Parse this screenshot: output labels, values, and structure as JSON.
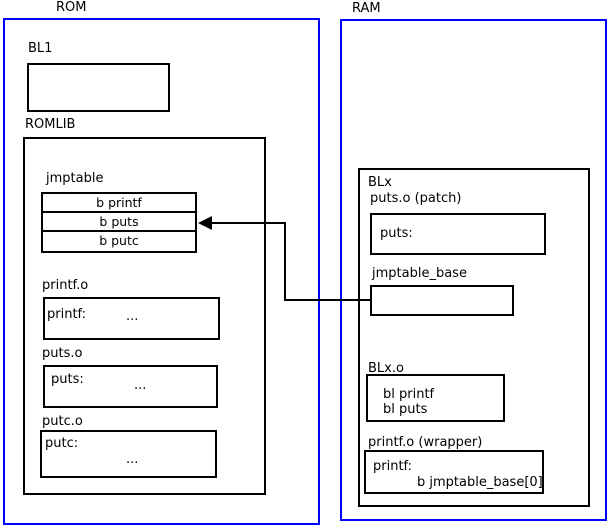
{
  "colors": {
    "region_border": "#0000ff",
    "box_border": "#000000",
    "background": "#ffffff",
    "text": "#000000"
  },
  "rom": {
    "title": "ROM",
    "bl1": {
      "label": "BL1"
    },
    "romlib": {
      "label": "ROMLIB",
      "jmptable": {
        "label": "jmptable",
        "rows": [
          "b printf",
          "b puts",
          "b putc"
        ]
      },
      "printf_o": {
        "label": "printf.o",
        "symbol": "printf:",
        "dots": "..."
      },
      "puts_o": {
        "label": "puts.o",
        "symbol": "puts:",
        "dots": "..."
      },
      "putc_o": {
        "label": "putc.o",
        "symbol": "putc:",
        "dots": "..."
      }
    }
  },
  "ram": {
    "title": "RAM",
    "blx": {
      "label": "BLx",
      "puts_patch": {
        "label": "puts.o (patch)",
        "symbol": "puts:"
      },
      "jmptable_base": {
        "label": "jmptable_base"
      },
      "blx_o": {
        "label": "BLx.o",
        "lines": [
          "bl printf",
          "bl puts"
        ]
      },
      "printf_wrapper": {
        "label": "printf.o (wrapper)",
        "symbol": "printf:",
        "body": "b jmptable_base[0]"
      }
    }
  }
}
